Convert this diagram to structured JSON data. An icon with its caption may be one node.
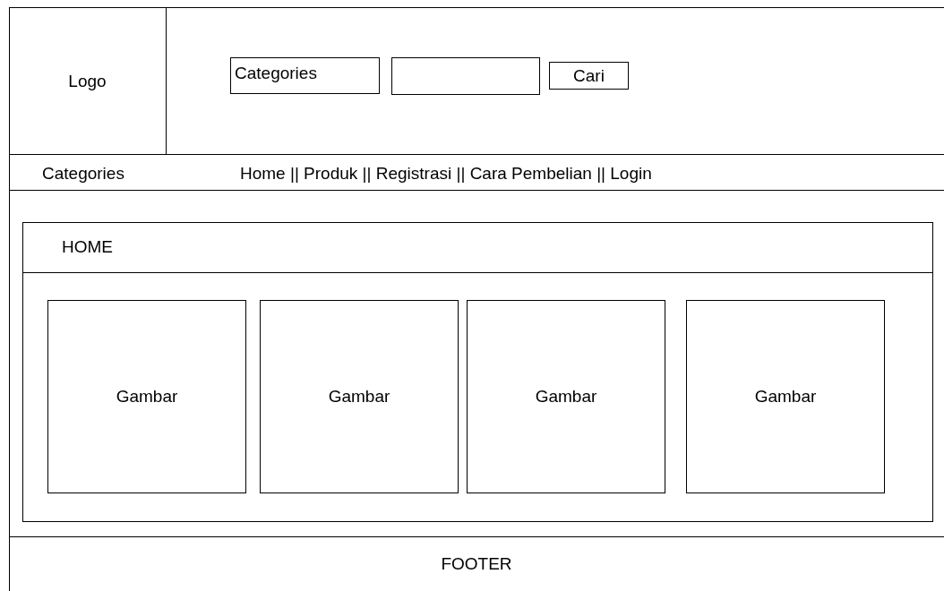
{
  "diagram": {
    "nodes": [
      {
        "text": [
          "Logo"
        ]
      },
      {
        "text": [
          "Categories"
        ]
      },
      {
        "text": [],
        "shape": "box"
      },
      {
        "text": [
          "Cari"
        ]
      },
      {
        "text": [
          "HOME"
        ]
      },
      {
        "text": [
          "Gambar"
        ],
        "in": 4
      },
      {
        "text": [
          "Gambar"
        ],
        "in": 4
      },
      {
        "text": [
          "Gambar"
        ],
        "in": 4
      },
      {
        "text": [
          "Gambar"
        ],
        "in": 4
      },
      {
        "text": [
          "FOOTER"
        ]
      }
    ],
    "labels": [
      "Categories",
      "Home || Produk || Registrasi || Cara Pembelian || Login"
    ]
  }
}
